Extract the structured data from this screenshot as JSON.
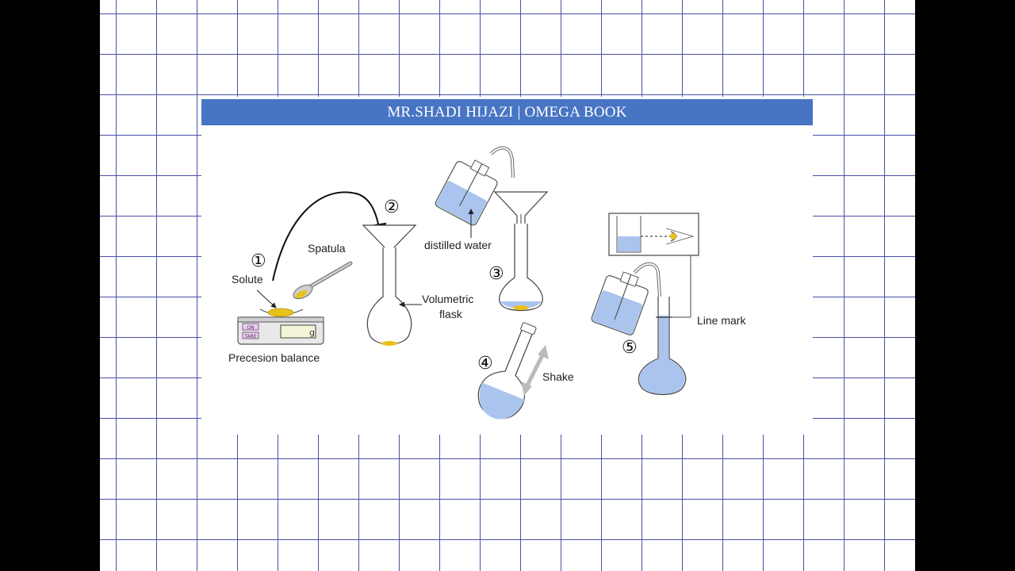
{
  "header": {
    "title": "MR.SHADI HIJAZI | OMEGA BOOK"
  },
  "colors": {
    "header_bg": "#4874c4",
    "grid_line": "#4a4fa8",
    "liquid": "#aac4ee",
    "solute": "#e8c21c"
  },
  "steps": [
    "①",
    "②",
    "③",
    "④",
    "⑤"
  ],
  "labels": {
    "solute": "Solute",
    "spatula": "Spatula",
    "balance": "Precesion balance",
    "balance_on": "ON",
    "balance_tare": "TARE",
    "balance_unit": "g",
    "flask_line1": "Volumetric",
    "flask_line2": "flask",
    "distilled_water": "distilled water",
    "shake": "Shake",
    "line_mark": "Line mark"
  }
}
